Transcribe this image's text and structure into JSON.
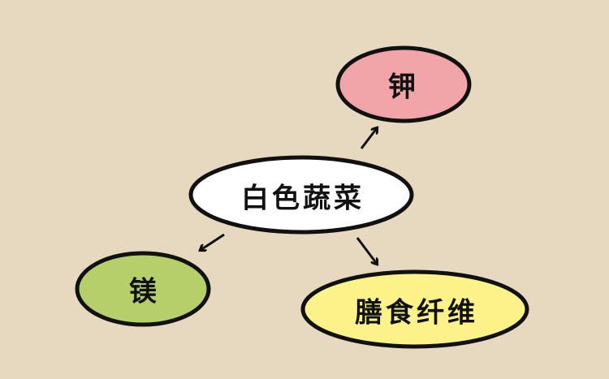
{
  "colors": {
    "background": "#e6d9c0",
    "center": "#ffffff",
    "potassium": "#f2a5a8",
    "magnesium": "#b5cf6b",
    "fiber": "#fbf38a",
    "stroke": "#111111"
  },
  "nodes": {
    "center": {
      "label": "白色蔬菜"
    },
    "potassium": {
      "label": "钾"
    },
    "magnesium": {
      "label": "镁"
    },
    "fiber": {
      "label": "膳食纤维"
    }
  }
}
